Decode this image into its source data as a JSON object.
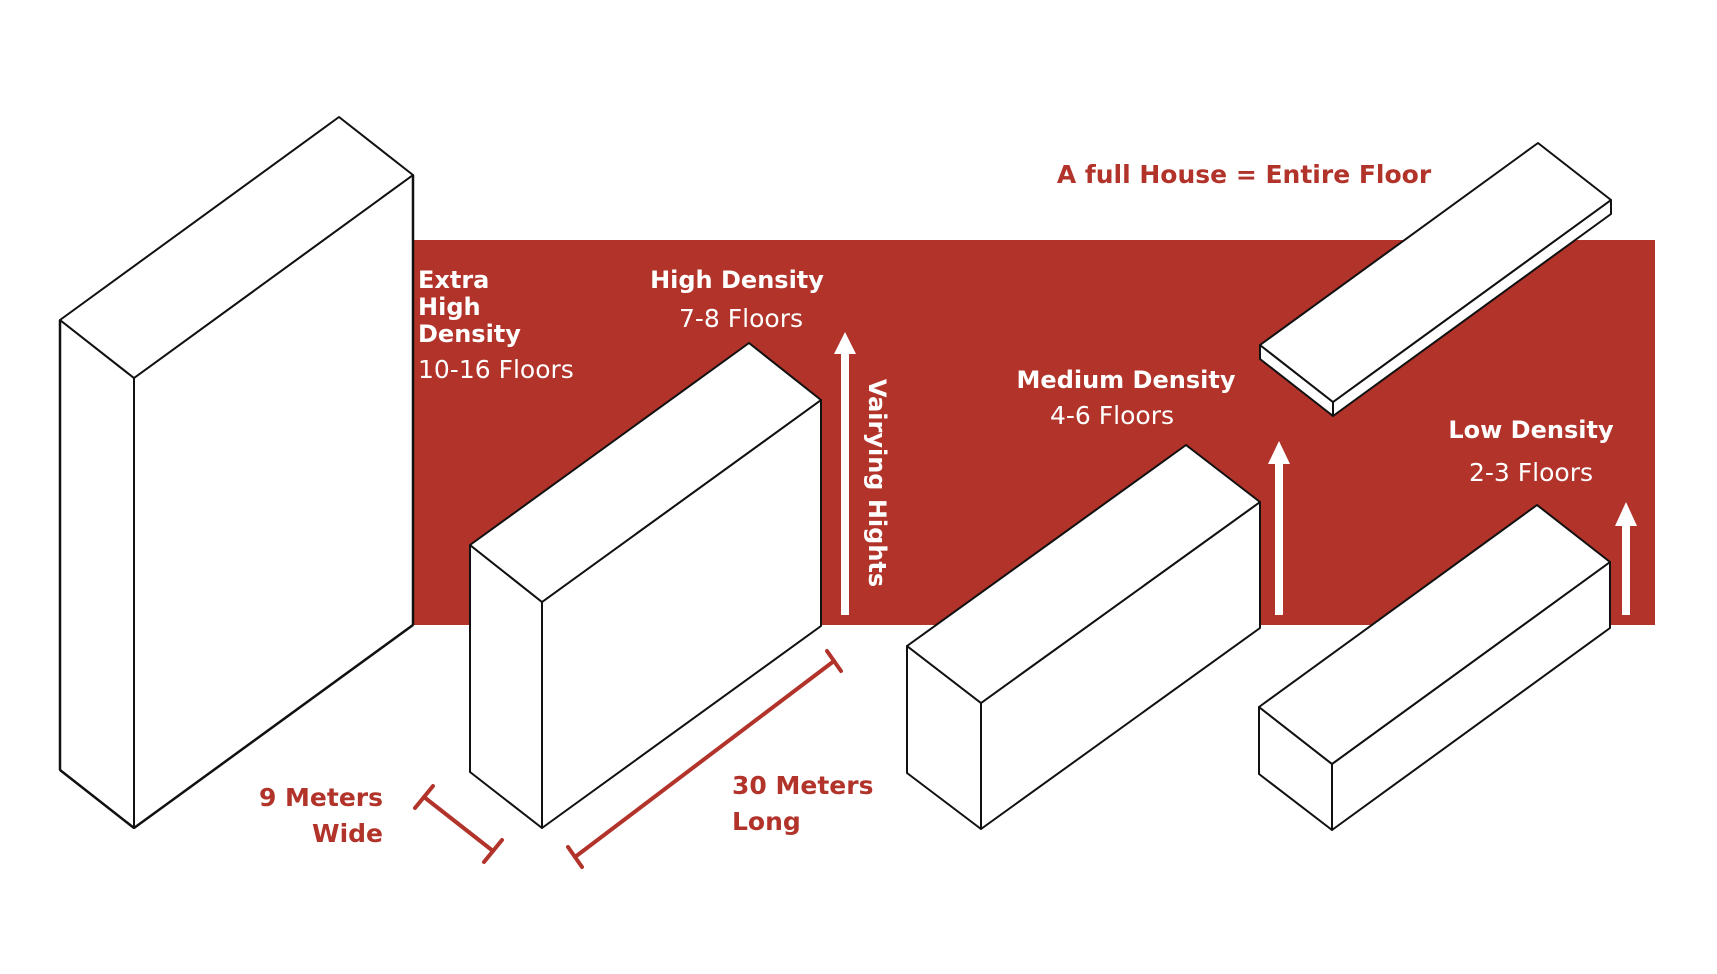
{
  "colors": {
    "band": "#b1332a",
    "dimension": "#b1332a",
    "building_fill": "#ffffff",
    "building_stroke": "#111111",
    "arrow": "#ffffff"
  },
  "labels": {
    "extra_high": {
      "line1": "Extra",
      "line2": "High",
      "line3": "Density",
      "floors": "10-16 Floors"
    },
    "high": {
      "title": "High Density",
      "floors": "7-8 Floors"
    },
    "medium": {
      "title": "Medium Density",
      "floors": "4-6 Floors"
    },
    "low": {
      "title": "Low Density",
      "floors": "2-3 Floors"
    },
    "varying_heights": "Vairying Hights",
    "full_house": "A full House = Entire Floor",
    "width_dim": {
      "line1": "9 Meters",
      "line2": "Wide"
    },
    "length_dim": {
      "line1": "30 Meters",
      "line2": "Long"
    }
  }
}
